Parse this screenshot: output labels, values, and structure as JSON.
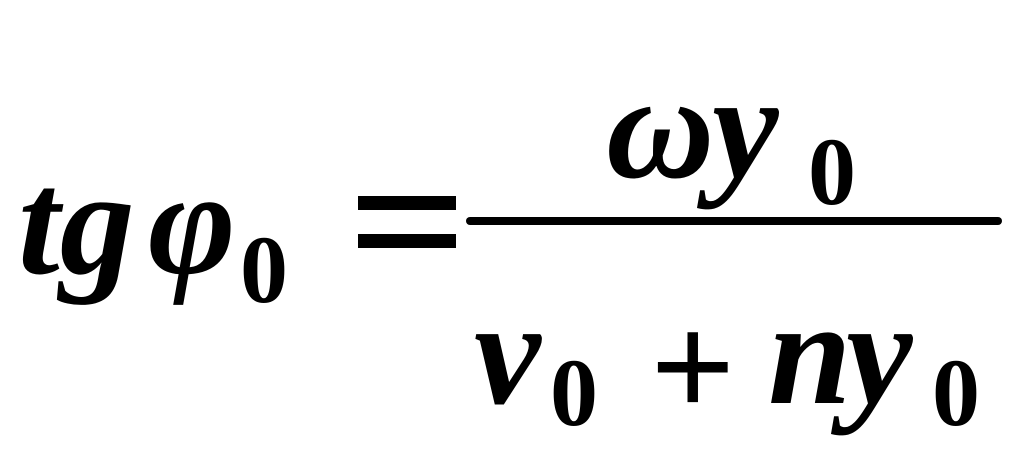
{
  "formula": {
    "lhs": {
      "function": "tg",
      "symbol": "φ",
      "subscript": "0"
    },
    "relation": "=",
    "numerator": {
      "symbol_1": "ω",
      "symbol_2": "y",
      "subscript": "0"
    },
    "denominator": {
      "term_1": "v",
      "term_1_subscript": "0",
      "operator": "+",
      "term_2_coef": "n",
      "term_2": "y",
      "term_2_subscript": "0"
    }
  }
}
